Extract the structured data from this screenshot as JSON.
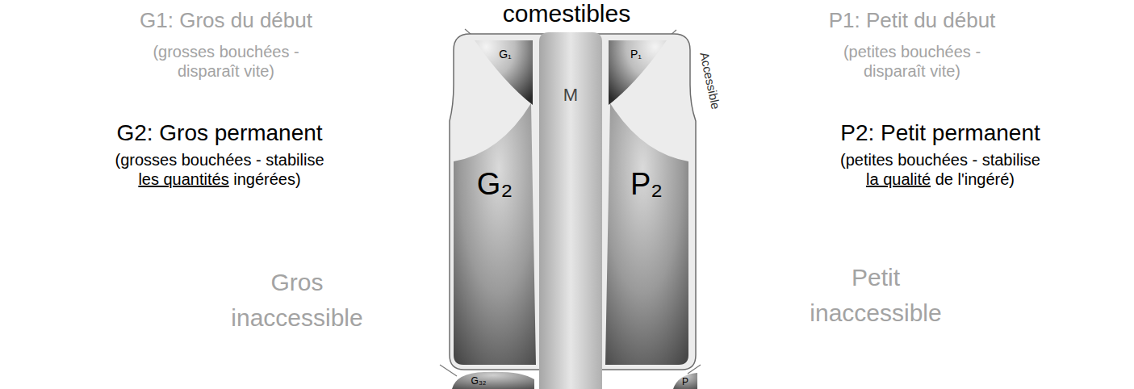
{
  "diagram": {
    "nodes": [
      {
        "text": [
          "Accessible"
        ]
      },
      {
        "text": [
          "G₁"
        ],
        "in": 0
      },
      {
        "text": [
          "M"
        ]
      },
      {
        "text": [
          "P₁"
        ],
        "in": 0
      },
      {
        "text": [
          "G₂"
        ],
        "in": 0
      },
      {
        "text": [
          "P₂"
        ],
        "in": 0
      },
      {
        "text": [
          "G₃₂"
        ]
      },
      {
        "text": [
          "P"
        ]
      }
    ],
    "labels": [
      "comestibles",
      "G1: Gros du début",
      "(grosses bouchées - disparaît vite)",
      "P1: Petit du début",
      "(petites bouchées - disparaît vite)",
      "G2: Gros permanent",
      "(grosses bouchées - stabilise les quantités ingérées)",
      "P2: Petit permanent",
      "(petites bouchées - stabilise la qualité de l'ingéré)",
      "Gros inaccessible",
      "Petit inaccessible"
    ]
  }
}
